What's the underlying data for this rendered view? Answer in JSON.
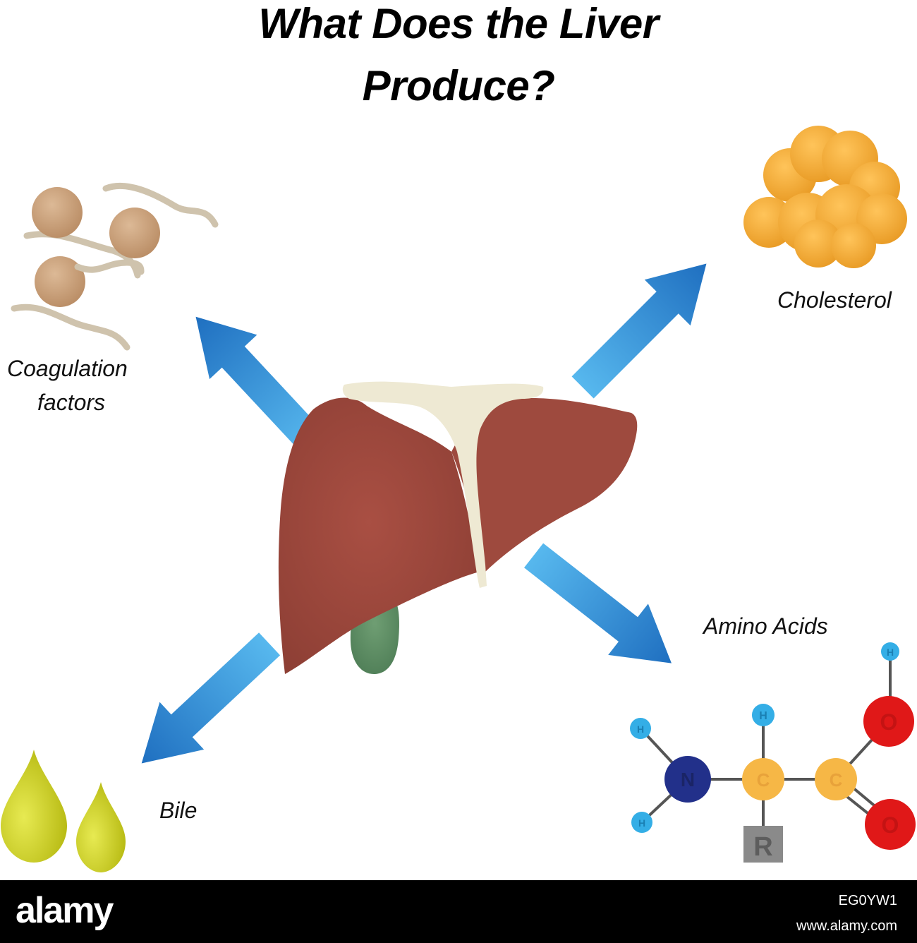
{
  "title": {
    "line1": "What Does the Liver",
    "line2": "Produce?"
  },
  "labels": {
    "coagulation_line1": "Coagulation",
    "coagulation_line2": "factors",
    "cholesterol": "Cholesterol",
    "amino_acids": "Amino Acids",
    "bile": "Bile"
  },
  "molecule": {
    "atom_n": "N",
    "atom_c1": "C",
    "atom_c2": "C",
    "atom_o1": "O",
    "atom_o2": "O",
    "atom_h": "H",
    "group_r": "R"
  },
  "footer": {
    "brand": "alamy",
    "image_id": "EG0YW1",
    "url": "www.alamy.com"
  },
  "colors": {
    "arrow": "#2f86d0",
    "liver": "#a04a3f",
    "gallbladder": "#5e8f64",
    "ligament": "#eee9d3",
    "coagulation": "#c9a07a",
    "cholesterol": "#f2ac3c",
    "bile": "#cfd21a",
    "oxygen": "#e01818",
    "nitrogen": "#22308a",
    "carbon": "#f6b746",
    "hydrogen": "#34aee6",
    "r_group": "#8a8a8a"
  }
}
